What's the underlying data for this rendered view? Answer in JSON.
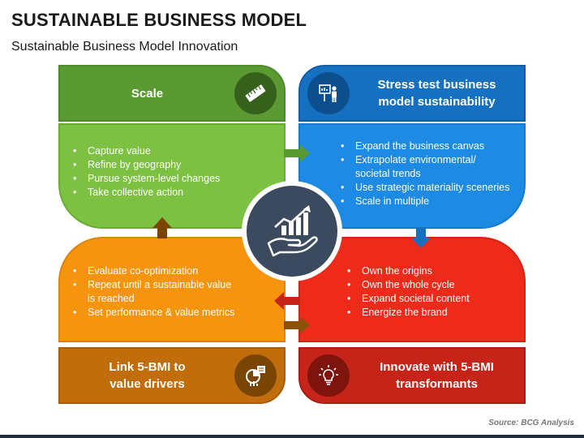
{
  "title": "SUSTAINABLE BUSINESS MODEL",
  "subtitle": "Sustainable Business Model Innovation",
  "quadrants": {
    "top_left": {
      "header": "Scale",
      "icon": "ruler-icon",
      "bullets": [
        "Capture value",
        "Refine by geography",
        "Pursue system-level changes",
        "Take collective action"
      ]
    },
    "top_right": {
      "header_line1": "Stress test business",
      "header_line2": "model sustainability",
      "icon": "presenter-icon",
      "bullets": [
        "Expand the business canvas",
        "Extrapolate environmental/",
        "societal trends",
        "Use strategic materiality sceneries",
        "Scale in multiple"
      ]
    },
    "bottom_left": {
      "header_line1": "Link 5-BMI to",
      "header_line2": "value drivers",
      "icon": "analytics-icon",
      "bullets": [
        "Evaluate co-optimization",
        "Repeat until a sustainable value",
        "is reached",
        "Set performance & value metrics"
      ]
    },
    "bottom_right": {
      "header_line1": "Innovate with 5-BMI",
      "header_line2": "transformants",
      "icon": "lightbulb-icon",
      "bullets": [
        "Own the origins",
        "Own the whole cycle",
        "Expand societal content",
        "Energize the brand"
      ]
    }
  },
  "center_icon": "growth-hand-icon",
  "source": "Source: BCG Analysis",
  "colors": {
    "green": "#7dc142",
    "blue": "#1d8be4",
    "orange": "#f6940e",
    "red": "#ee2b1b",
    "center": "#3b4a5e"
  }
}
